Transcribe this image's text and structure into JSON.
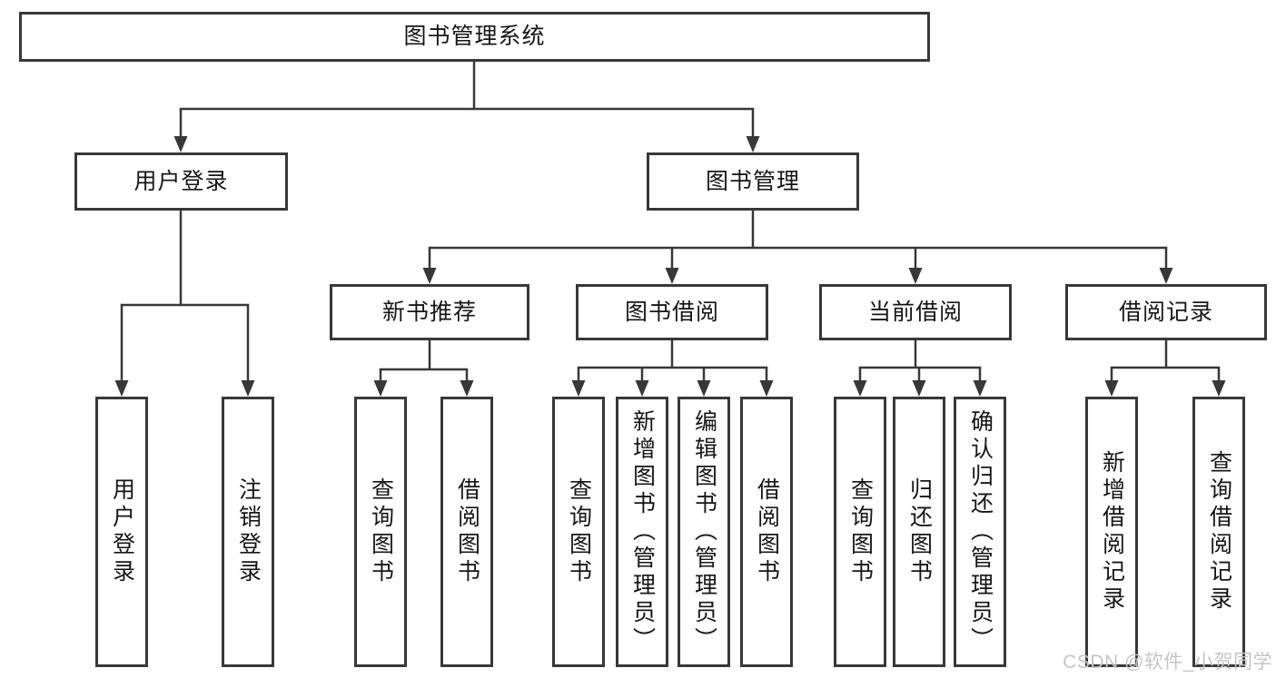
{
  "diagram": {
    "title": "图书管理系统",
    "root": {
      "label": "图书管理系统"
    },
    "level2": [
      {
        "label": "用户登录"
      },
      {
        "label": "图书管理"
      }
    ],
    "level3": [
      {
        "label": "新书推荐",
        "parent": "图书管理"
      },
      {
        "label": "图书借阅",
        "parent": "图书管理"
      },
      {
        "label": "当前借阅",
        "parent": "图书管理"
      },
      {
        "label": "借阅记录",
        "parent": "图书管理"
      }
    ],
    "leaves": [
      {
        "label": "用户登录",
        "parent": "用户登录"
      },
      {
        "label": "注销登录",
        "parent": "用户登录"
      },
      {
        "label": "查询图书",
        "parent": "新书推荐"
      },
      {
        "label": "借阅图书",
        "parent": "新书推荐"
      },
      {
        "label": "查询图书",
        "parent": "图书借阅"
      },
      {
        "label": "新增图书（管理员）",
        "parent": "图书借阅"
      },
      {
        "label": "编辑图书（管理员）",
        "parent": "图书借阅"
      },
      {
        "label": "借阅图书",
        "parent": "图书借阅"
      },
      {
        "label": "查询图书",
        "parent": "当前借阅"
      },
      {
        "label": "归还图书",
        "parent": "当前借阅"
      },
      {
        "label": "确认归还（管理员）",
        "parent": "当前借阅"
      },
      {
        "label": "新增借阅记录",
        "parent": "借阅记录"
      },
      {
        "label": "查询借阅记录",
        "parent": "借阅记录"
      }
    ],
    "watermark": "CSDN @软件_小贺同学",
    "theme": {
      "line_color": "#383838",
      "text_color": "#161616",
      "background_color": "#ffffff",
      "watermark_color": "#c4c4c4"
    }
  }
}
